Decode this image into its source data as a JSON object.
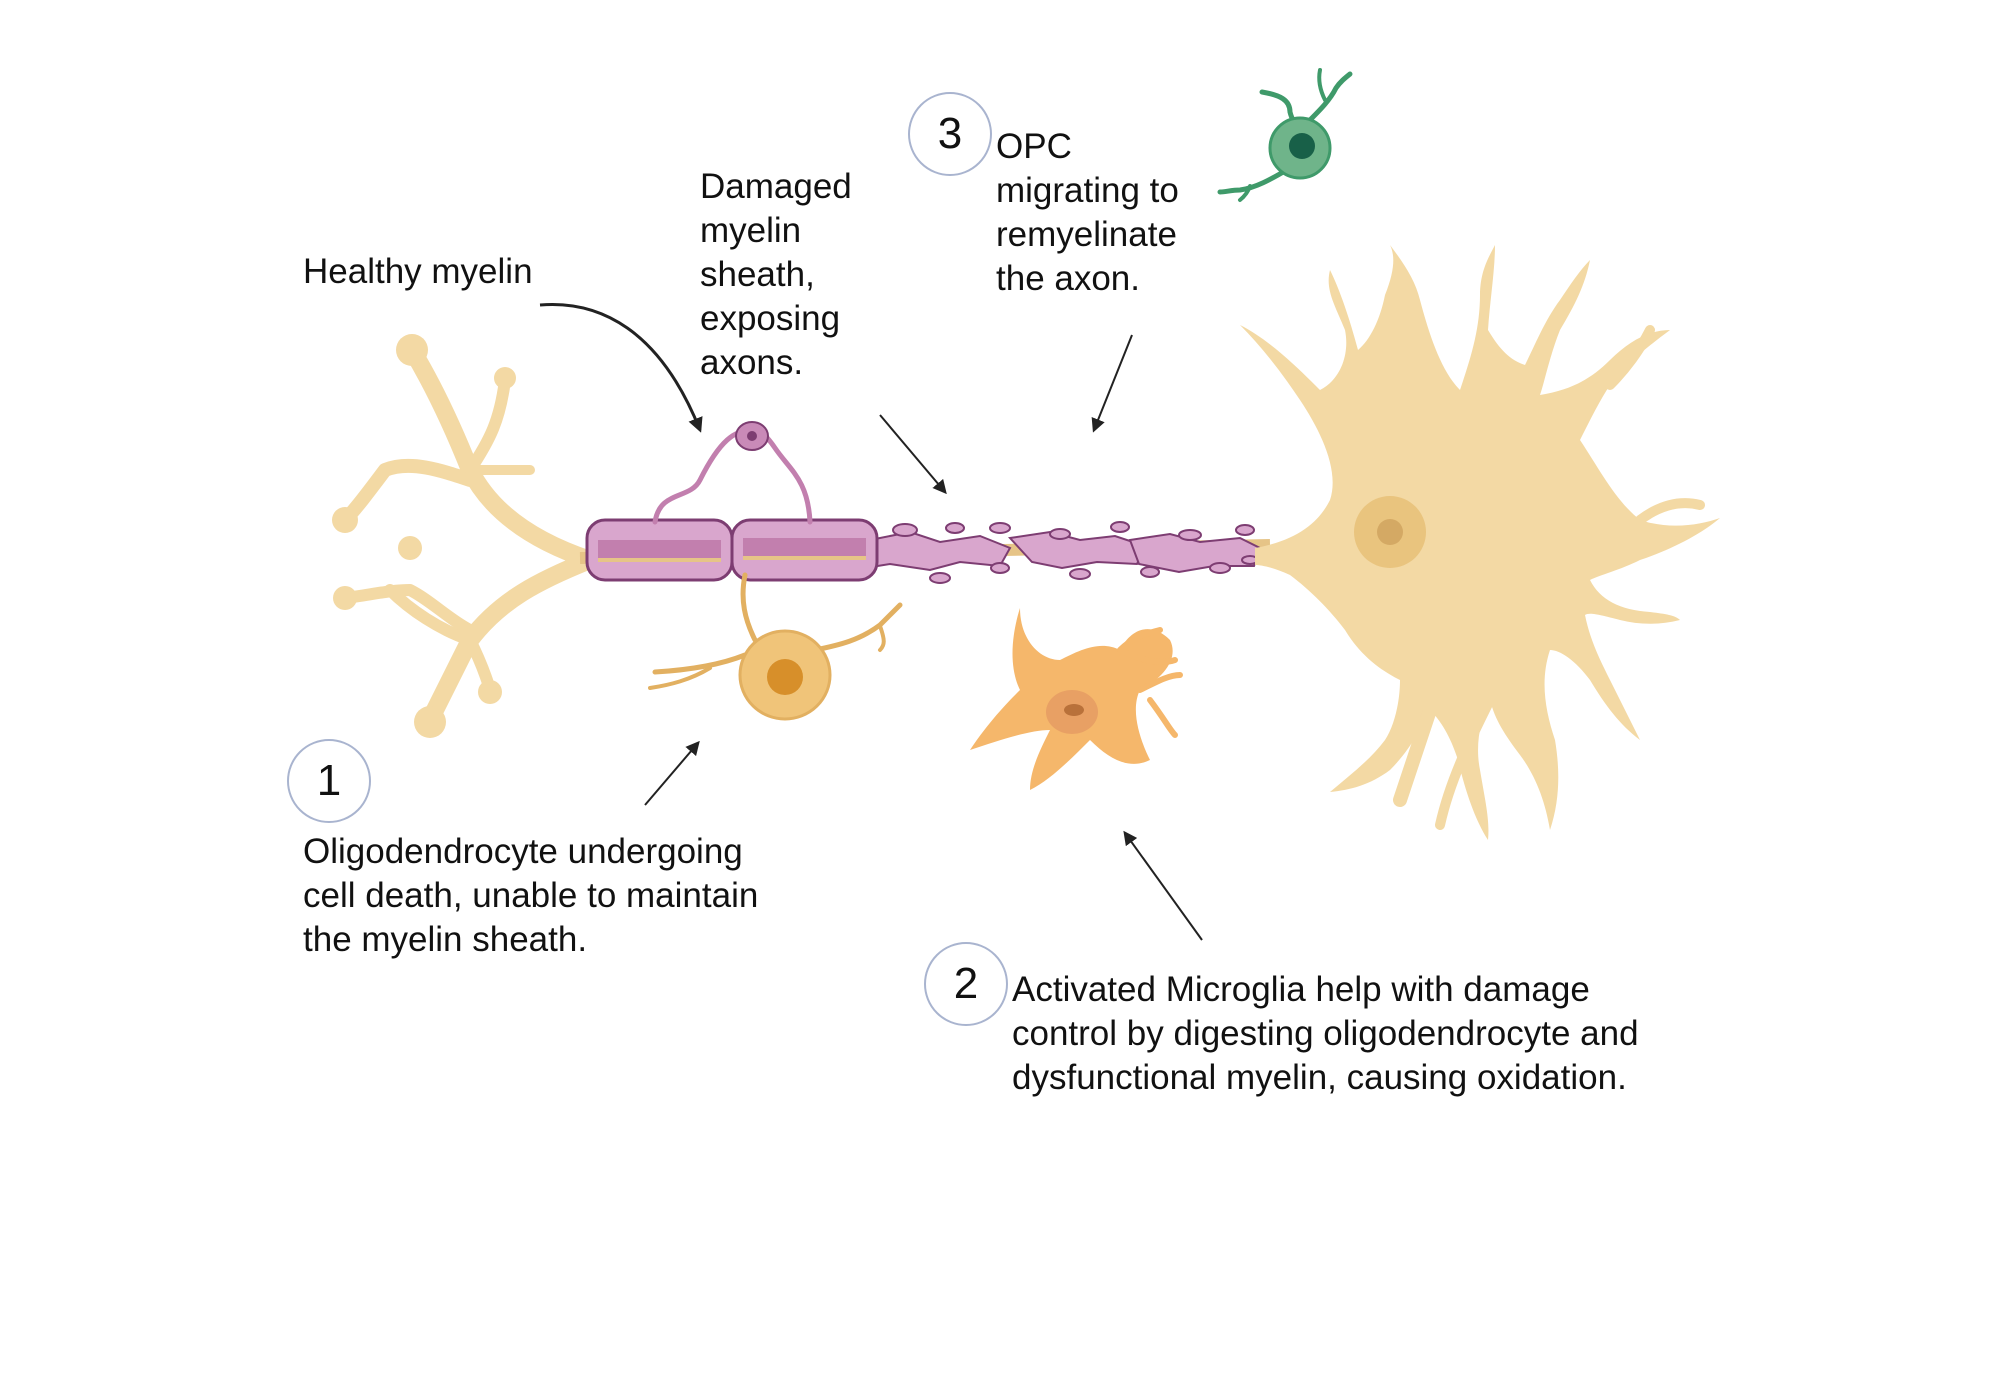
{
  "labels": {
    "healthy_myelin": "Healthy myelin",
    "damaged_myelin": "Damaged\nmyelin\nsheath,\nexposing\naxons.",
    "opc": "OPC\nmigrating to\nremyelinate\nthe axon.",
    "oligodendrocyte": "Oligodendrocyte undergoing\ncell death, unable to maintain\nthe myelin sheath.",
    "microglia": "Activated Microglia help with damage\ncontrol by digesting oligodendrocyte and\ndysfunctional myelin, causing oxidation."
  },
  "steps": {
    "one": "1",
    "two": "2",
    "three": "3"
  },
  "colors": {
    "neuron": "#f3d9a4",
    "neuron_outline": "#e6c487",
    "myelin": "#c98ab8",
    "myelin_outline": "#7d3d72",
    "oligodendrocyte": "#e9b868",
    "microglia": "#f5b76b",
    "opc": "#3f9a6a"
  }
}
